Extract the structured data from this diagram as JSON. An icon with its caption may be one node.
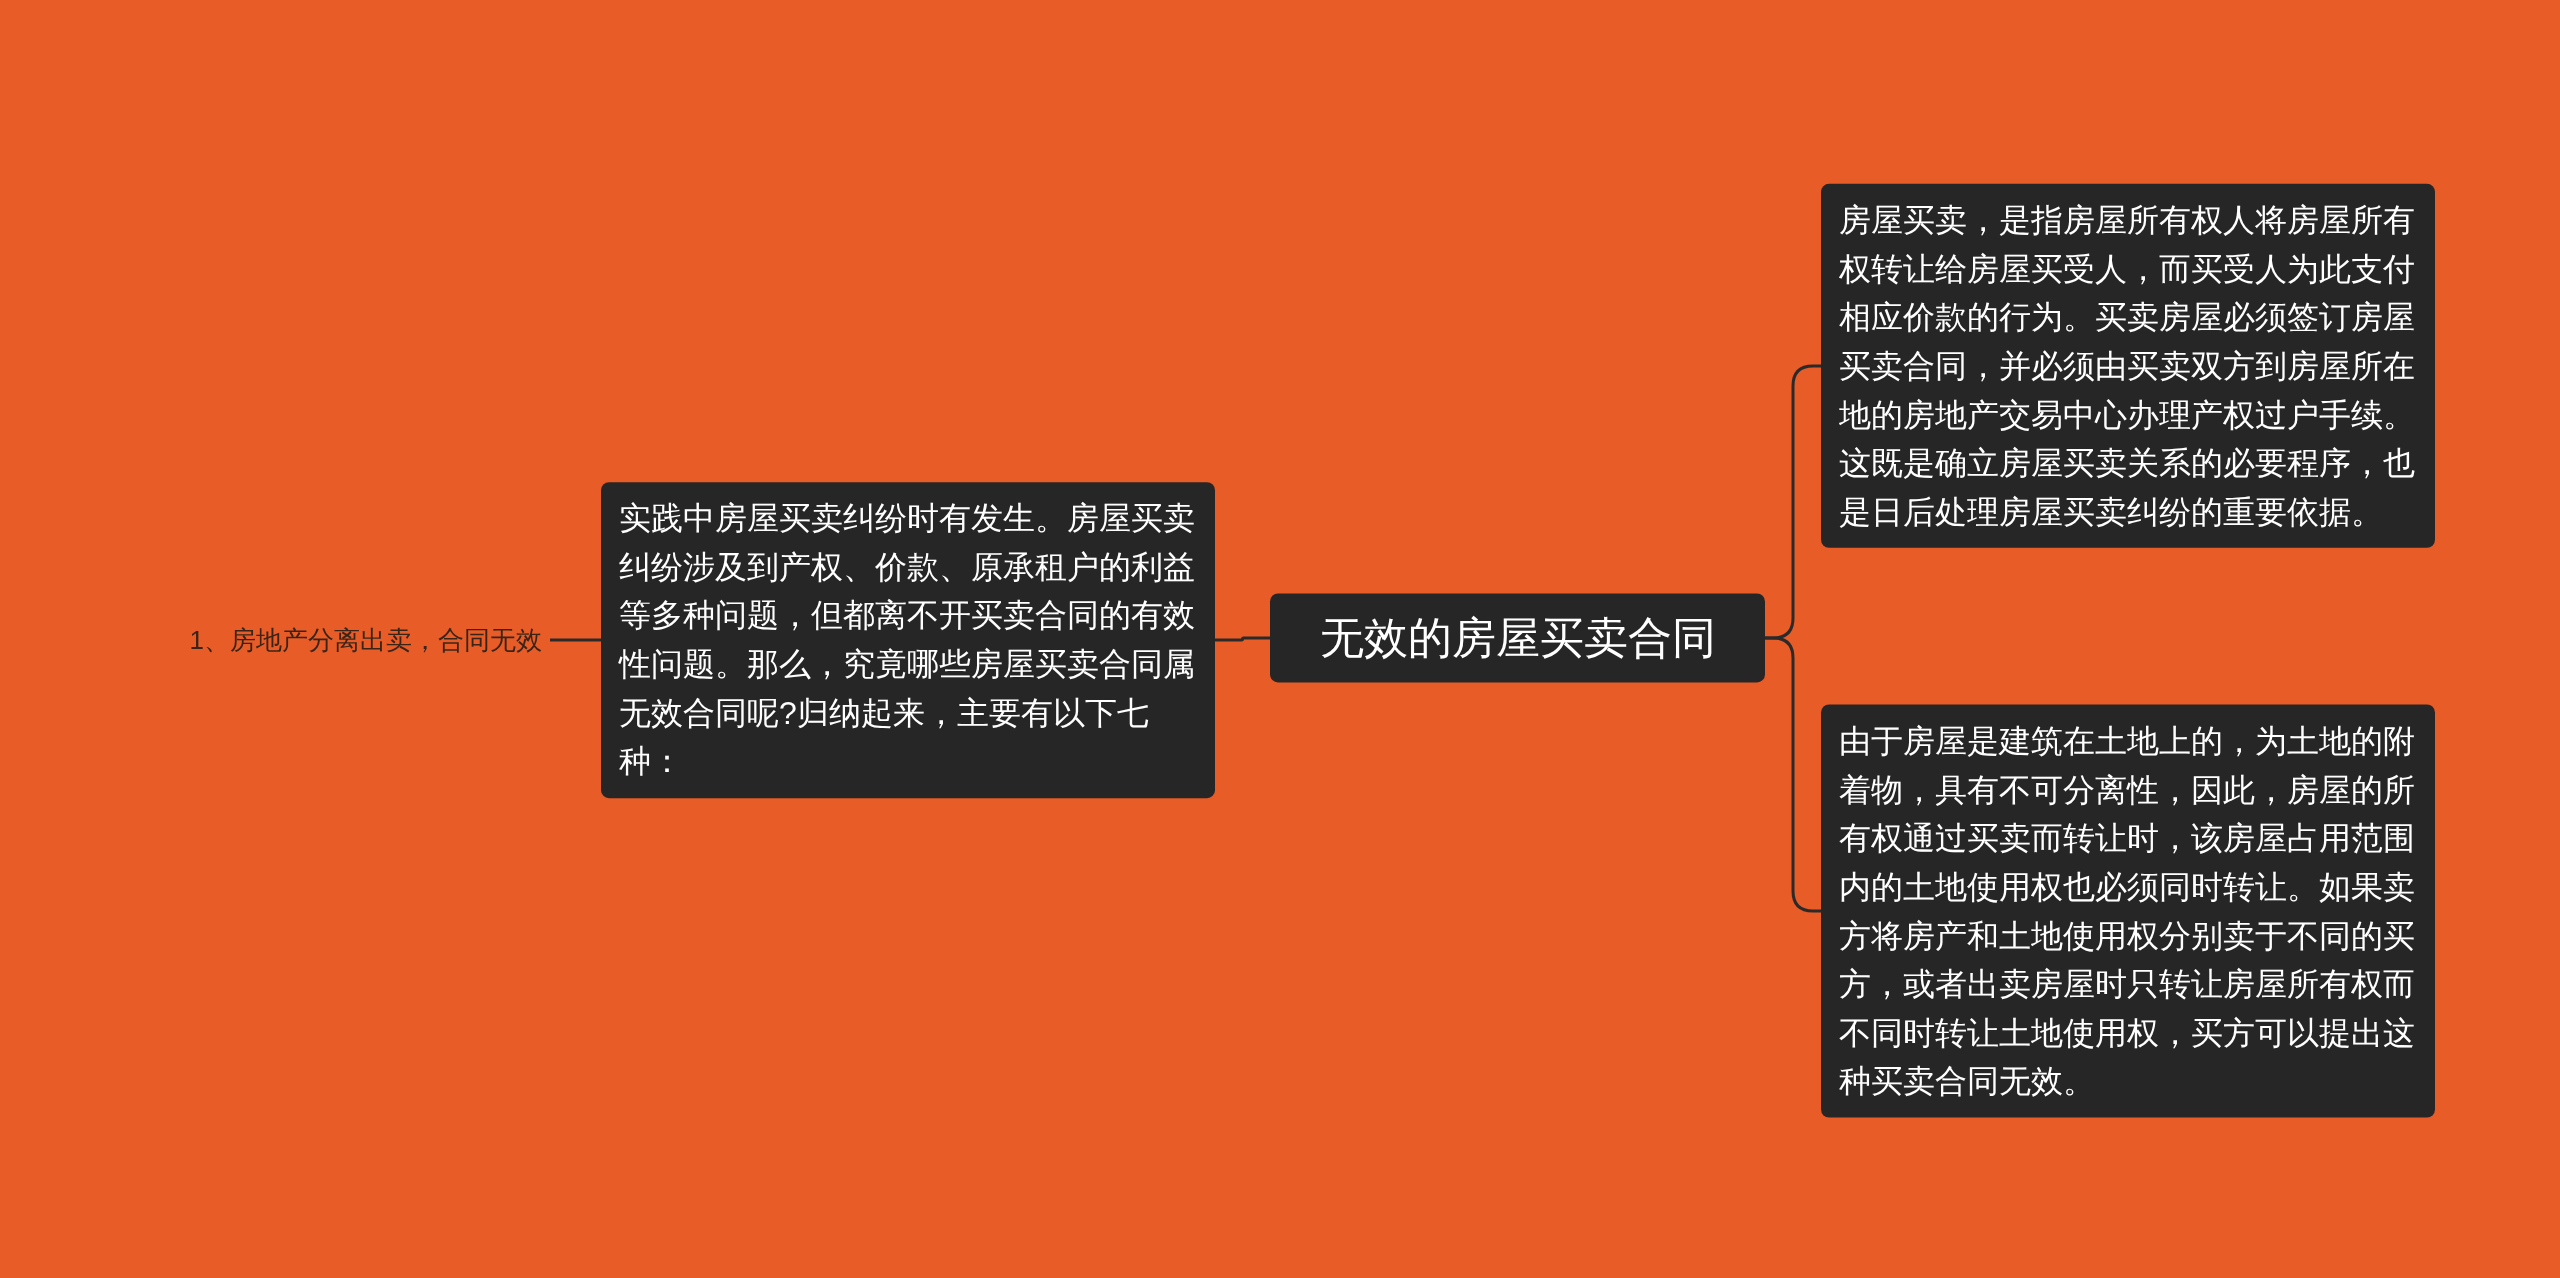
{
  "diagram": {
    "nodes": [
      {
        "text": [
          "无效的房屋买卖合同"
        ]
      },
      {
        "text": [
          "实践中房屋买卖纠纷时有发生。房屋买卖纠纷涉及到产权、价款、原承租户的利益等多种问题，但都离不开买卖合同的有效性问题。那么，究竟哪些房屋买卖合同属无效合同呢?归纳起来，主要有以下七种："
        ]
      },
      {
        "text": [
          "1、房地产分离出卖，合同无效"
        ]
      },
      {
        "text": [
          "房屋买卖，是指房屋所有权人将房屋所有权转让给房屋买受人，而买受人为此支付相应价款的行为。买卖房屋必须签订房屋买卖合同，并必须由买卖双方到房屋所在地的房地产交易中心办理产权过户手续。这既是确立房屋买卖关系的必要程序，也是日后处理房屋买卖纠纷的重要依据。"
        ]
      },
      {
        "text": [
          "由于房屋是建筑在土地上的，为土地的附着物，具有不可分离性，因此，房屋的所有权通过买卖而转让时，该房屋占用范围内的土地使用权也必须同时转让。如果卖方将房产和土地使用权分别卖于不同的买方，或者出卖房屋时只转让房屋所有权而不同时转让土地使用权，买方可以提出这种买卖合同无效。"
        ]
      }
    ],
    "edges": [
      {
        "from": 0,
        "to": 1,
        "arrow": "none"
      },
      {
        "from": 1,
        "to": 2,
        "arrow": "none"
      },
      {
        "from": 0,
        "to": 3,
        "arrow": "none"
      },
      {
        "from": 0,
        "to": 4,
        "arrow": "none"
      }
    ]
  }
}
